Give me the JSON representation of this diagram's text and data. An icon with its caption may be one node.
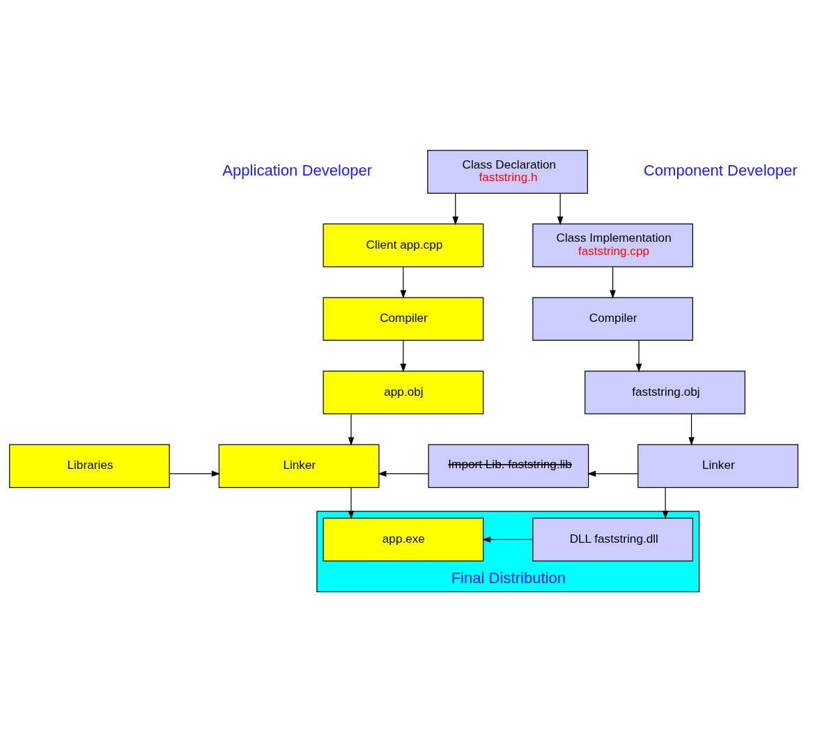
{
  "diagram": {
    "nodes": [
      {
        "text": [
          "Class Declaration",
          "faststring.h"
        ]
      },
      {
        "text": [
          "Client app.cpp"
        ]
      },
      {
        "text": [
          "Class Implementation",
          "faststring.cpp"
        ]
      },
      {
        "text": [
          "Compiler"
        ]
      },
      {
        "text": [
          "Compiler"
        ]
      },
      {
        "text": [
          "app.obj"
        ]
      },
      {
        "text": [
          "faststring.obj"
        ]
      },
      {
        "text": [
          "Libraries"
        ]
      },
      {
        "text": [
          "Linker"
        ]
      },
      {
        "text": [
          "Import Lib. faststring.lib"
        ]
      },
      {
        "text": [
          "Linker"
        ]
      },
      {
        "text": [
          "Final Distribution"
        ]
      },
      {
        "text": [
          "app.exe"
        ],
        "in": 11
      },
      {
        "text": [
          "DLL faststring.dll"
        ],
        "in": 11
      }
    ],
    "edges": [
      {
        "from": 0,
        "to": 1,
        "arrow": "to"
      },
      {
        "from": 0,
        "to": 2,
        "arrow": "to"
      },
      {
        "from": 1,
        "to": 3,
        "arrow": "to"
      },
      {
        "from": 2,
        "to": 4,
        "arrow": "to"
      },
      {
        "from": 3,
        "to": 5,
        "arrow": "to"
      },
      {
        "from": 4,
        "to": 6,
        "arrow": "to"
      },
      {
        "from": 5,
        "to": 8,
        "arrow": "to"
      },
      {
        "from": 6,
        "to": 10,
        "arrow": "to"
      },
      {
        "from": 7,
        "to": 8,
        "arrow": "to"
      },
      {
        "from": 9,
        "to": 8,
        "arrow": "to"
      },
      {
        "from": 10,
        "to": 9,
        "arrow": "to"
      },
      {
        "from": 8,
        "to": 12,
        "arrow": "to"
      },
      {
        "from": 13,
        "to": 12,
        "arrow": "to"
      },
      {
        "from": 10,
        "to": 13,
        "arrow": "to"
      }
    ],
    "labels": [
      "Application Developer",
      "Component Developer"
    ]
  }
}
